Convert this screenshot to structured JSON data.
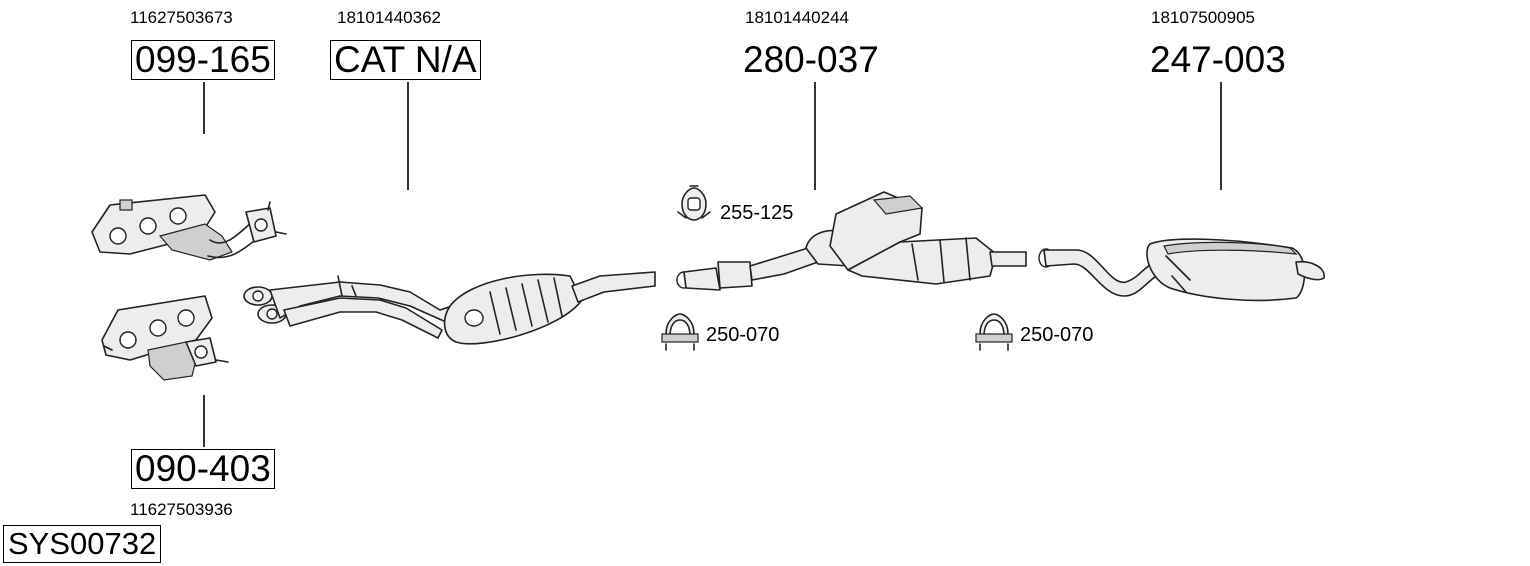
{
  "parts": [
    {
      "oem": "11627503673",
      "part_number": "099-165",
      "boxed": true
    },
    {
      "oem": "18101440362",
      "part_number": "CAT N/A",
      "boxed": true
    },
    {
      "oem": "18101440244",
      "part_number": "280-037",
      "boxed": false
    },
    {
      "oem": "18107500905",
      "part_number": "247-003",
      "boxed": false
    },
    {
      "oem": "11627503936",
      "part_number": "090-403",
      "boxed": true
    }
  ],
  "accessories": [
    {
      "part_number": "255-125",
      "icon": "rubber-hanger-icon"
    },
    {
      "part_number": "250-070",
      "icon": "clamp-icon"
    },
    {
      "part_number": "250-070",
      "icon": "clamp-icon"
    }
  ],
  "system_code": "SYS00732"
}
